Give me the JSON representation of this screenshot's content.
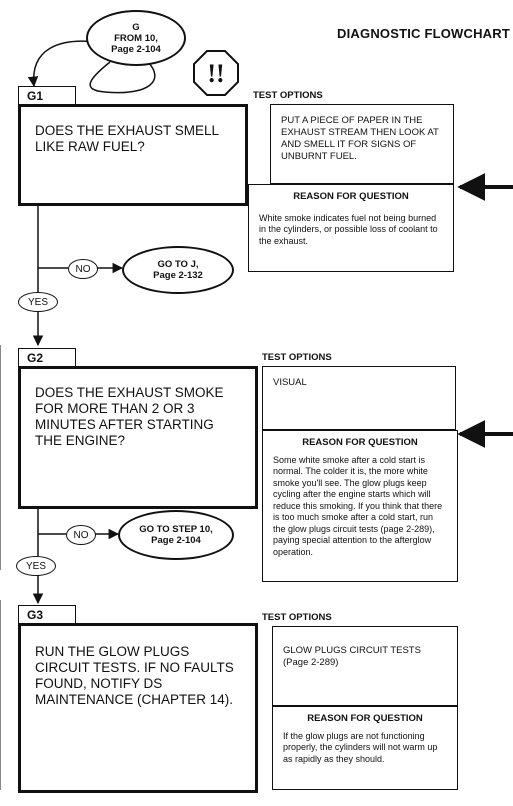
{
  "header": {
    "title": "DIAGNOSTIC FLOWCHART"
  },
  "entry": {
    "line1": "G",
    "line2": "FROM 10,",
    "line3": "Page 2-104"
  },
  "warning": {
    "symbol": "!!"
  },
  "steps": [
    {
      "id": "G1",
      "question": "DOES THE EXHAUST SMELL LIKE RAW FUEL?",
      "test_options_label": "TEST OPTIONS",
      "test_options": "PUT A PIECE OF PAPER IN THE EXHAUST STREAM THEN LOOK AT AND SMELL IT FOR SIGNS OF UNBURNT FUEL.",
      "reason_label": "REASON FOR QUESTION",
      "reason": "White smoke indicates fuel not being burned in the cylinders, or possible loss of coolant to the exhaust.",
      "no_label": "NO",
      "no_goto_line1": "GO TO J,",
      "no_goto_line2": "Page 2-132",
      "yes_label": "YES"
    },
    {
      "id": "G2",
      "question": "DOES THE EXHAUST SMOKE FOR MORE THAN 2 OR 3 MINUTES AFTER STARTING THE ENGINE?",
      "test_options_label": "TEST OPTIONS",
      "test_options": "VISUAL",
      "reason_label": "REASON FOR QUESTION",
      "reason": "Some white smoke after a cold start is normal. The colder it is, the more white smoke you'll see. The glow plugs keep cycling after the engine starts which will reduce this smoking. If you think that there is too much smoke after a cold start, run the glow plugs circuit tests (page 2-289), paying special attention to the afterglow operation.",
      "no_label": "NO",
      "no_goto_line1": "GO TO STEP 10,",
      "no_goto_line2": "Page 2-104",
      "yes_label": "YES"
    },
    {
      "id": "G3",
      "question": "RUN THE GLOW PLUGS CIRCUIT TESTS. IF NO FAULTS FOUND, NOTIFY DS MAINTENANCE (CHAPTER 14).",
      "test_options_label": "TEST OPTIONS",
      "test_options": "GLOW PLUGS CIRCUIT TESTS (Page 2-289)",
      "reason_label": "REASON FOR QUESTION",
      "reason": "If the glow plugs are not functioning properly, the cylinders will not warm up as rapidly as they should."
    }
  ]
}
